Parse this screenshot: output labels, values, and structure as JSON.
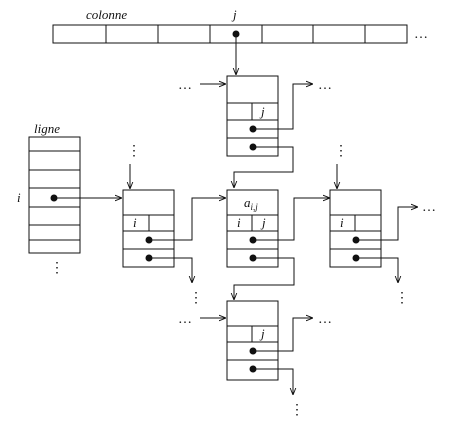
{
  "labels": {
    "colonne": "colonne",
    "j": "j",
    "ligne": "ligne",
    "i": "i",
    "a": "a",
    "a_sub": "i,j"
  },
  "glyphs": {
    "ellipsis": "…",
    "vellipsis": "⋮"
  }
}
